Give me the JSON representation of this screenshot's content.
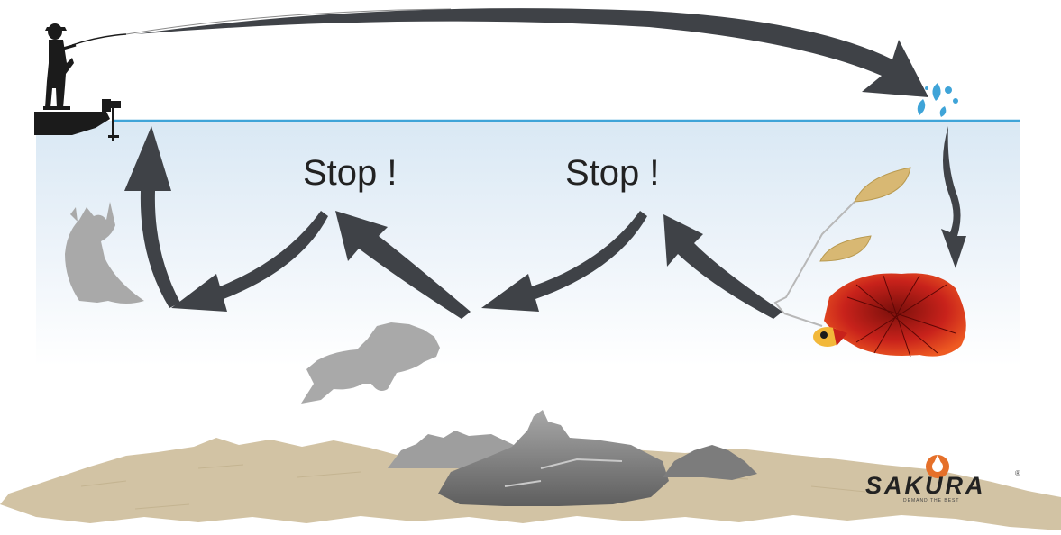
{
  "labels": {
    "stop_1": "Stop !",
    "stop_2": "Stop !"
  },
  "logo": {
    "brand": "SAKURA",
    "tagline": "DEMAND THE BEST",
    "registered": "®"
  },
  "colors": {
    "water_line": "#3fa4d8",
    "water_top": "#dbeaf5",
    "arrow": "#3f4247",
    "fish": "#a9a9a9",
    "sand": "#d2c3a4",
    "rock": "#8f8f8f",
    "logo_accent": "#e5702a",
    "lure_skirt": "#c8221b",
    "lure_blade": "#d8b873"
  },
  "icons": {
    "angler": "angler-on-boat-icon",
    "splash": "water-splash-icon",
    "lure": "spinnerbait-lure-icon",
    "fish_1": "pike-silhouette-icon",
    "fish_2": "bass-silhouette-icon"
  }
}
